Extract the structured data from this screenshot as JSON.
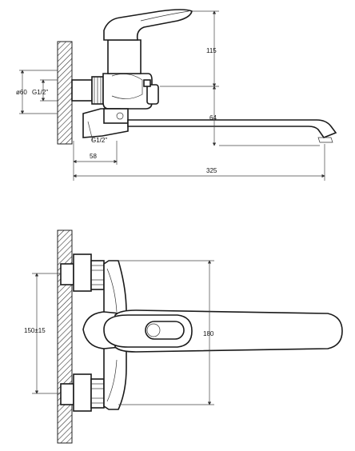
{
  "side_view": {
    "dim_height": "115",
    "dim_diameter": "ø60",
    "dim_thread_top": "G1/2\"",
    "dim_thread_bottom": "G1/2\"",
    "dim_spout_drop": "64",
    "dim_wall_offset": "58",
    "dim_length": "325"
  },
  "front_view": {
    "dim_spacing": "150±15",
    "dim_spout_height": "180"
  },
  "colors": {
    "line": "#222222",
    "background": "#ffffff"
  }
}
